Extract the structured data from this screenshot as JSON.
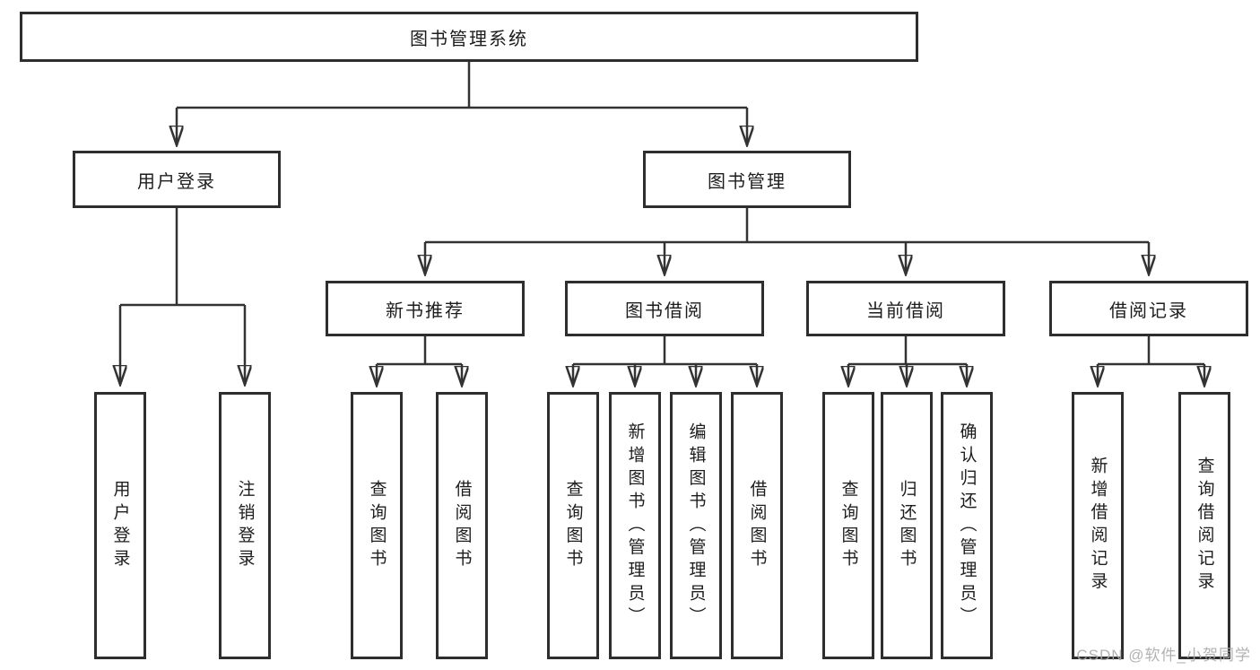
{
  "diagram_title": "图书管理系统",
  "tree": {
    "label": "图书管理系统",
    "children": [
      {
        "label": "用户登录",
        "children": [
          {
            "label": "用户登录"
          },
          {
            "label": "注销登录"
          }
        ]
      },
      {
        "label": "图书管理",
        "children": [
          {
            "label": "新书推荐",
            "children": [
              {
                "label": "查询图书"
              },
              {
                "label": "借阅图书"
              }
            ]
          },
          {
            "label": "图书借阅",
            "children": [
              {
                "label": "查询图书"
              },
              {
                "label": "新增图书（管理员）"
              },
              {
                "label": "编辑图书（管理员）"
              },
              {
                "label": "借阅图书"
              }
            ]
          },
          {
            "label": "当前借阅",
            "children": [
              {
                "label": "查询图书"
              },
              {
                "label": "归还图书"
              },
              {
                "label": "确认归还（管理员）"
              }
            ]
          },
          {
            "label": "借阅记录",
            "children": [
              {
                "label": "新增借阅记录"
              },
              {
                "label": "查询借阅记录"
              }
            ]
          }
        ]
      }
    ]
  },
  "watermark": {
    "text": "CSDN @软件_小贺同学",
    "color": "#aaaaaa"
  },
  "colors": {
    "line": "#333333",
    "node_border": "#2e2e2e",
    "node_fill": "#ffffff",
    "text": "#1d1d1d",
    "background": "#ffffff"
  }
}
